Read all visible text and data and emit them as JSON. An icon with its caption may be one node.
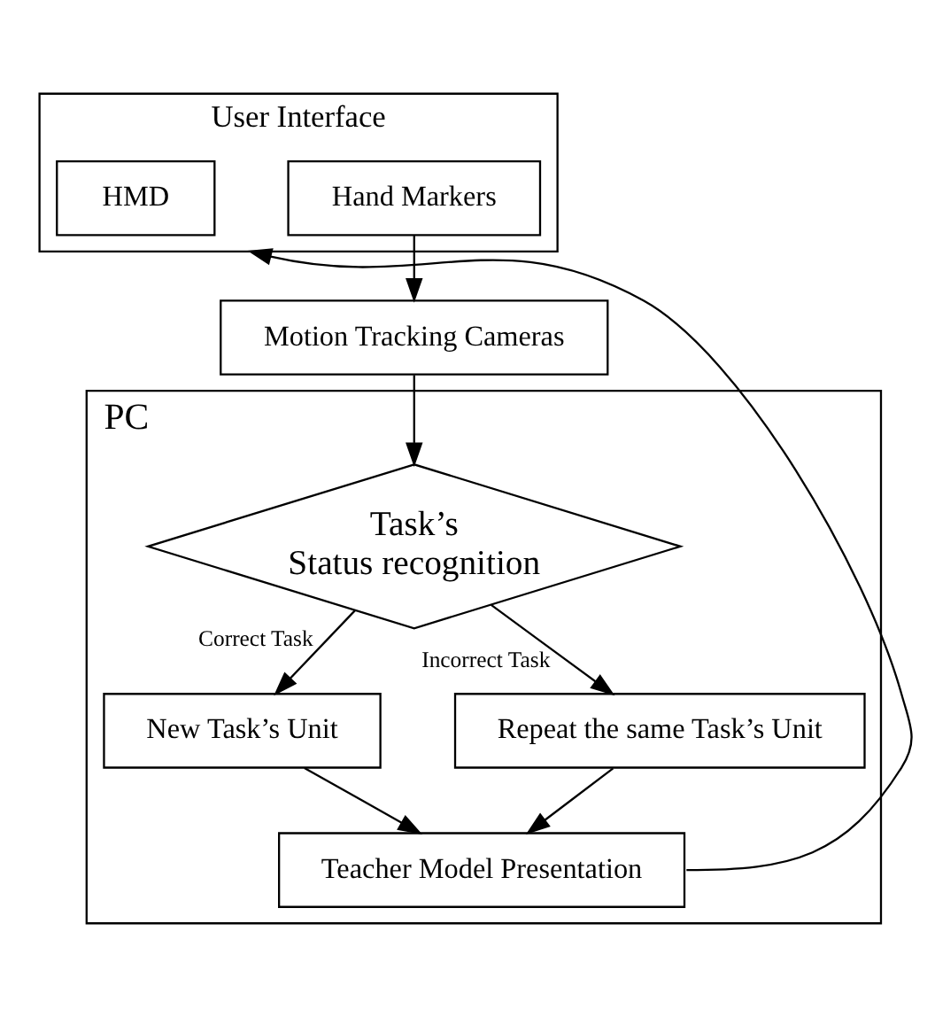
{
  "diagram": {
    "nodes": [
      {
        "text": [
          "User Interface"
        ]
      },
      {
        "text": [
          "Hand Markers"
        ],
        "in": 0
      },
      {
        "text": [
          "HMD"
        ],
        "in": 0
      },
      {
        "text": [
          "Motion Tracking Cameras"
        ]
      },
      {
        "text": [
          "PC"
        ]
      },
      {
        "text": [
          "Task’s Status recognition"
        ],
        "in": 4
      },
      {
        "text": [
          "New Task’s Unit"
        ],
        "in": 4
      },
      {
        "text": [
          "Repeat the same Task’s Unit"
        ],
        "in": 4
      },
      {
        "text": [
          "Teacher Model Presentation"
        ],
        "in": 4
      }
    ],
    "edges": [
      {
        "from": 1,
        "to": 3,
        "arrow": "to"
      },
      {
        "from": 3,
        "to": 5,
        "arrow": "to"
      },
      {
        "from": 5,
        "to": 6,
        "arrow": "to",
        "label": "Correct Task"
      },
      {
        "from": 5,
        "to": 7,
        "arrow": "to",
        "label": "Incorrect Task"
      },
      {
        "from": 6,
        "to": 8,
        "arrow": "to"
      },
      {
        "from": 7,
        "to": 8,
        "arrow": "to"
      },
      {
        "from": 8,
        "to": 0,
        "arrow": "to"
      }
    ]
  }
}
